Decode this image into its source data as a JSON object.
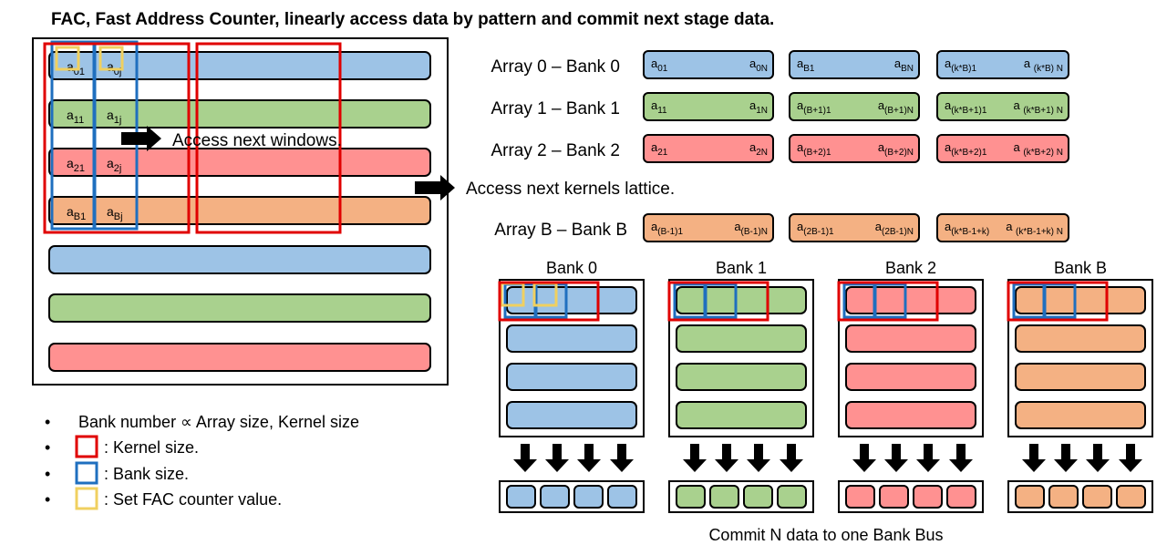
{
  "title": "FAC, Fast Address Counter, linearly access data by pattern and commit next stage data.",
  "colors": {
    "blue": "#9dc3e6",
    "green": "#a9d18e",
    "red": "#ff9191",
    "orange": "#f4b183",
    "kernel_box": "#e00000",
    "bank_box": "#1f6fbf",
    "counter_box": "#f0d060",
    "stroke": "#000000"
  },
  "left_panel": {
    "arrow_windows_label": "Access next windows.",
    "arrow_lattice_label": "Access next kernels lattice.",
    "rows": [
      {
        "color": "blue",
        "labels": [
          "a01",
          "a0j"
        ]
      },
      {
        "color": "green",
        "labels": [
          "a11",
          "a1j"
        ]
      },
      {
        "color": "red",
        "labels": [
          "a21",
          "a2j"
        ]
      },
      {
        "color": "orange",
        "labels": [
          "aB1",
          "aBj"
        ]
      },
      {
        "color": "blue",
        "labels": []
      },
      {
        "color": "green",
        "labels": []
      },
      {
        "color": "red",
        "labels": []
      }
    ]
  },
  "arrays": [
    {
      "label": "Array 0 – Bank 0",
      "color": "blue",
      "cells": [
        [
          "a01",
          "a0N"
        ],
        [
          "aB1",
          "aBN"
        ],
        [
          "a(k*B)1",
          "a (k*B) N"
        ]
      ]
    },
    {
      "label": "Array 1 – Bank 1",
      "color": "green",
      "cells": [
        [
          "a11",
          "a1N"
        ],
        [
          "a(B+1)1",
          "a(B+1)N"
        ],
        [
          "a(k*B+1)1",
          "a (k*B+1) N"
        ]
      ]
    },
    {
      "label": "Array 2 – Bank 2",
      "color": "red",
      "cells": [
        [
          "a21",
          "a2N"
        ],
        [
          "a(B+2)1",
          "a(B+2)N"
        ],
        [
          "a(k*B+2)1",
          "a (k*B+2) N"
        ]
      ]
    },
    {
      "label": "Array B – Bank B",
      "color": "orange",
      "cells": [
        [
          "a(B-1)1",
          "a(B-1)N"
        ],
        [
          "a(2B-1)1",
          "a(2B-1)N"
        ],
        [
          "a(k*B-1+k)",
          "a (k*B-1+k) N"
        ]
      ]
    }
  ],
  "banks": [
    {
      "name": "Bank 0",
      "color": "blue"
    },
    {
      "name": "Bank 1",
      "color": "green"
    },
    {
      "name": "Bank 2",
      "color": "red"
    },
    {
      "name": "Bank B",
      "color": "orange"
    }
  ],
  "commit_label": "Commit N data to one Bank Bus",
  "legend": {
    "bullet": "•",
    "items": [
      {
        "box": "",
        "text": "Bank number ∝ Array size, Kernel size"
      },
      {
        "box": "kernel_box",
        "text": ": Kernel size."
      },
      {
        "box": "bank_box",
        "text": ": Bank size."
      },
      {
        "box": "counter_box",
        "text": ": Set FAC counter value."
      }
    ]
  }
}
